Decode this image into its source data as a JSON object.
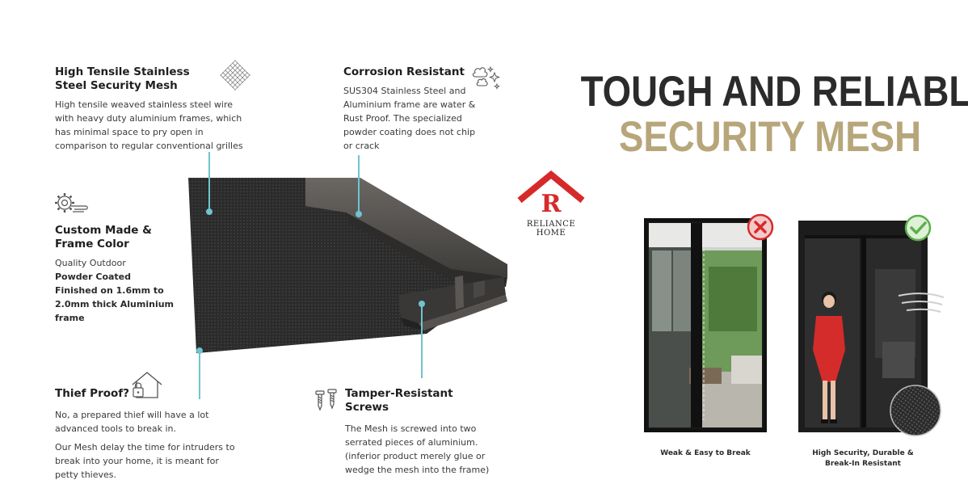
{
  "hero": {
    "line1": "TOUGH AND RELIABLE",
    "line2": "SECURITY MESH"
  },
  "brand": {
    "name_line1": "RELIANCE",
    "name_line2": "HOME",
    "logo_letter": "R"
  },
  "features": {
    "mesh": {
      "title": "High Tensile Stainless Steel Security Mesh",
      "body": "High tensile weaved stainless steel wire with heavy duty aluminium frames, which has minimal space to pry open in comparison to regular conventional grilles"
    },
    "corrosion": {
      "title": "Corrosion Resistant",
      "body": "SUS304 Stainless Steel and Aluminium frame are water & Rust Proof. The specialized powder coating does not chip or crack"
    },
    "custom": {
      "title": "Custom Made & Frame Color",
      "body_line1": "Quality Outdoor",
      "body_bold": "Powder Coated Finished on 1.6mm to 2.0mm thick Aluminium frame"
    },
    "thief": {
      "title": "Thief Proof?",
      "body_p1": "No, a prepared thief will have a lot advanced tools to break in.",
      "body_p2": "Our Mesh delay the time for intruders to break into your home, it is meant for petty thieves."
    },
    "screws": {
      "title": "Tamper-Resistant Screws",
      "body": "The Mesh is screwed into two serrated pieces of aluminium. (inferior product merely glue or wedge the mesh into the frame)"
    }
  },
  "comparison": {
    "left_caption": "Weak & Easy to Break",
    "right_caption": "High Security, Durable & Break-In Resistant"
  },
  "colors": {
    "accent_gold": "#b7a67a",
    "leader_teal": "#6fc4cf",
    "brand_red": "#d62a2a",
    "check_green": "#5bb04a"
  }
}
